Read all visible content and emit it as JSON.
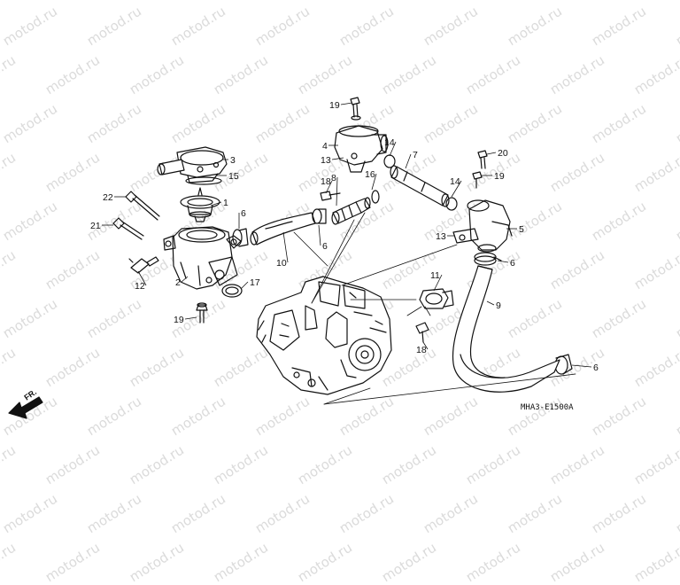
{
  "watermark": {
    "text": "motod.ru",
    "color": "#cfcfcf"
  },
  "diagram": {
    "code": "MHA3-E1500A",
    "front_label": "FR.",
    "callouts": [
      "1",
      "2",
      "3",
      "4",
      "5",
      "6",
      "6",
      "6",
      "6",
      "7",
      "8",
      "9",
      "10",
      "11",
      "12",
      "13",
      "13",
      "14",
      "14",
      "15",
      "16",
      "17",
      "18",
      "18",
      "19",
      "19",
      "19",
      "20",
      "21",
      "22"
    ]
  },
  "colors": {
    "line": "#111111",
    "background": "#ffffff"
  }
}
